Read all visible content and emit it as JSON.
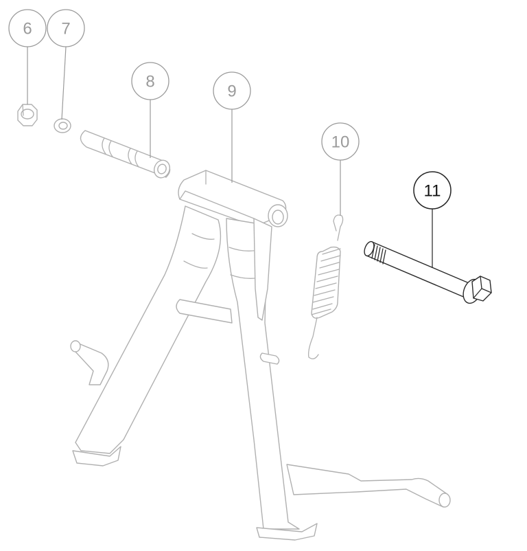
{
  "callouts": [
    {
      "id": "6",
      "label": "6",
      "part": "nut",
      "active": false
    },
    {
      "id": "7",
      "label": "7",
      "part": "washer",
      "active": false
    },
    {
      "id": "8",
      "label": "8",
      "part": "pivot-sleeve",
      "active": false
    },
    {
      "id": "9",
      "label": "9",
      "part": "center-stand",
      "active": false
    },
    {
      "id": "10",
      "label": "10",
      "part": "return-spring",
      "active": false
    },
    {
      "id": "11",
      "label": "11",
      "part": "pivot-bolt",
      "active": true
    }
  ],
  "colors": {
    "inactive": "#9a9a9a",
    "active": "#222222",
    "background": "#ffffff"
  }
}
